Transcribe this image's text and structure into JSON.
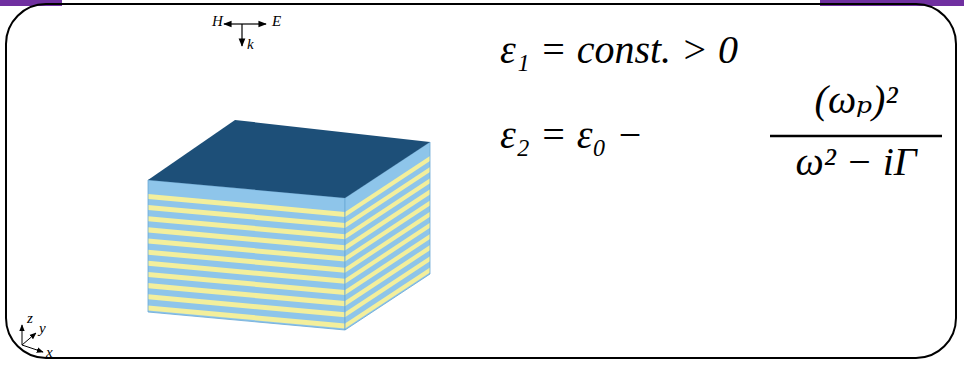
{
  "diagram": {
    "labels": [
      "H",
      "E",
      "k",
      "ε₁ = const. > 0",
      "ε₂ = ε₀ −",
      "(ωₚ)²",
      "ω² − iΓ",
      "z",
      "y",
      "x"
    ]
  }
}
